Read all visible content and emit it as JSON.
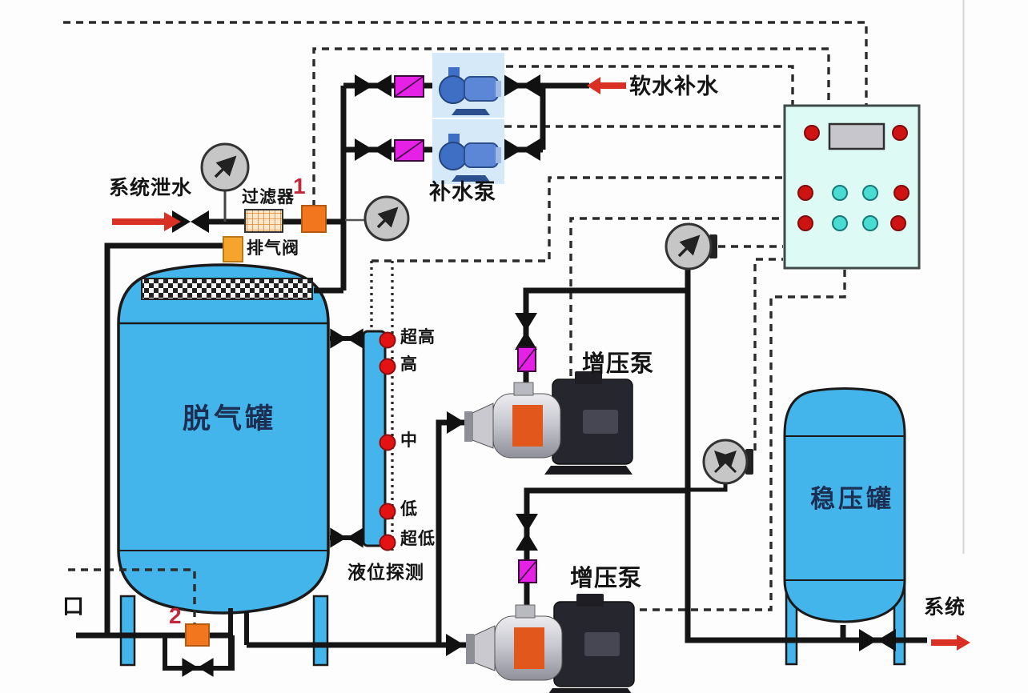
{
  "labels": {
    "system_drain": "系统泄水",
    "filter": "过滤器",
    "exhaust_valve": "排气阀",
    "tag_1": "1",
    "tag_2": "2",
    "makeup_pumps": "补水泵",
    "soft_water_makeup": "软水补水",
    "degassing_tank": "脱气罐",
    "level_ultra_high": "超高",
    "level_high": "高",
    "level_mid": "中",
    "level_low": "低",
    "level_ultra_low": "超低",
    "level_detection": "液位探测",
    "booster_pump_upper": "增压泵",
    "booster_pump_lower": "增压泵",
    "surge_tank": "稳压罐",
    "inlet_port": "口",
    "system_outlet": "系统"
  },
  "colors": {
    "tank_blue": "#44b5ea",
    "pipe_black": "#151515",
    "wire_dash": "#2b2b2b",
    "solenoid_magenta": "#e621e6",
    "sensor_orange": "#f2761d",
    "exhaust_orange": "#f5a52b",
    "alarm_red": "#e31313",
    "arrow_red": "#d93025",
    "label_red": "#c2273a",
    "tank_label_navy": "#1c2f52",
    "panel_bg": "#defaf4",
    "button_red": "#cf1212",
    "button_cyan": "#49dcd2"
  }
}
